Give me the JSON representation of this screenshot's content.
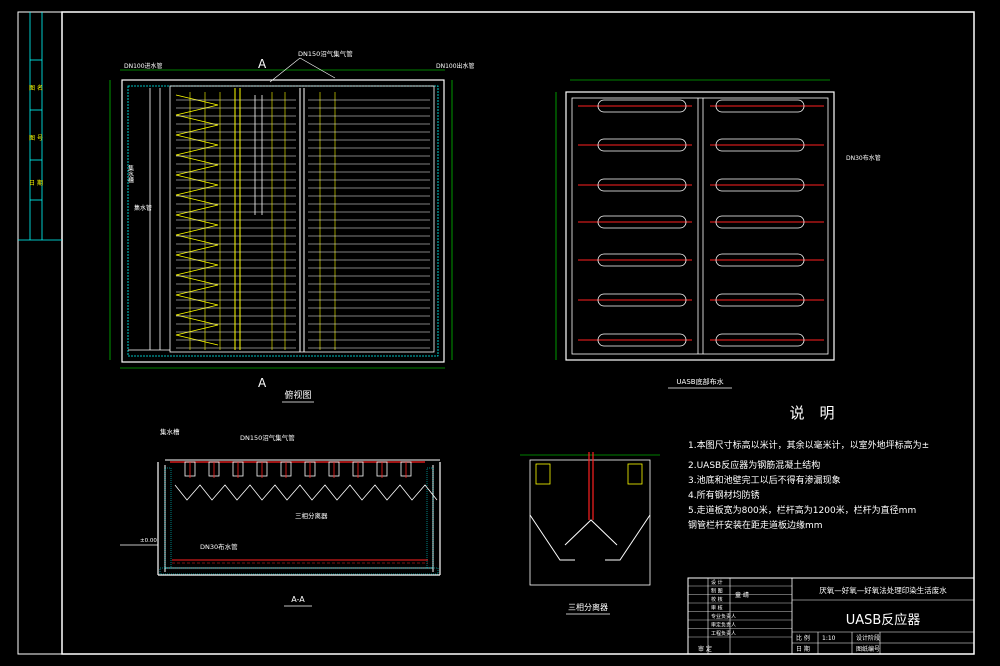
{
  "plan": {
    "title": "俯视图",
    "pipe_gas": "DN150沼气集气管",
    "pipe_out": "DN100出水管",
    "pipe_in": "DN100进水管",
    "weir": "集水槽",
    "section_mark": "A",
    "collector": "集水管"
  },
  "distribution": {
    "title": "UASB底部布水",
    "pipe": "DN30布水管"
  },
  "section": {
    "title": "A-A",
    "collector": "集水槽",
    "gas_pipe": "DN150沼气集气管",
    "separator": "三相分离器",
    "dist_pipe": "DN30布水管",
    "ground": "±0.00"
  },
  "separator_detail": {
    "title": "三相分离器"
  },
  "notes": {
    "heading": "说　明",
    "items": [
      "1.本图尺寸标高以米计，其余以毫米计，以室外地坪标高为±",
      "2.UASB反应器为钢筋混凝土结构",
      "3.池底和池壁完工以后不得有渗漏现象",
      "4.所有钢材均防锈",
      "5.走道板宽为800米，栏杆高为1200米，栏杆为直径mm",
      "  钢管栏杆安装在距走道板边缘mm"
    ]
  },
  "title_block": {
    "project": "厌氧—好氧—好氧法处理印染生活废水",
    "drawing": "UASB反应器",
    "scale_label": "比 例",
    "scale": "1:10",
    "date_label": "日 期",
    "design_stage_label": "设计阶段",
    "drawing_no_label": "图纸编号",
    "rows": [
      "设 计",
      "制 图",
      "校 核",
      "审 核",
      "专业负责人",
      "审定负责人",
      "工程负责人"
    ],
    "approve": "审 定",
    "designer": "童 靖"
  },
  "left_strip": {
    "labels": [
      "图 名",
      "图 号",
      "日 期"
    ]
  },
  "colors": {
    "frame": "#ffffff",
    "cyan": "#00ffff",
    "yellow": "#ffff00",
    "red": "#ff2020",
    "green": "#00ff00",
    "magenta": "#ff00ff"
  }
}
